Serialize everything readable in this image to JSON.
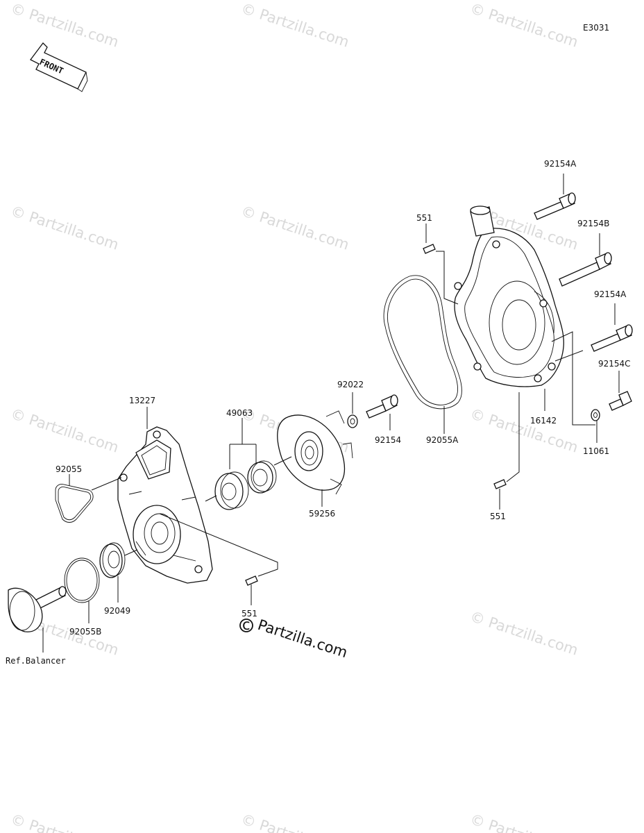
{
  "diagram_code": "E3031",
  "front_label": "FRONT",
  "watermark": "© Partzilla.com",
  "brand_label": "Partzilla.com",
  "ref_label": "Ref.Balancer",
  "parts": {
    "bolt_a_top": "92154A",
    "bolt_b": "92154B",
    "bolt_a_mid": "92154A",
    "bolt_c": "92154C",
    "dowel_top": "551",
    "cover": "16142",
    "washer_11061": "11061",
    "dowel_right": "551",
    "washer_92022": "92022",
    "bolt_92154": "92154",
    "oring_92055a": "92055A",
    "impeller": "59256",
    "seal_49063": "49063",
    "housing": "13227",
    "oring_92055": "92055",
    "seal_92049": "92049",
    "oring_92055b": "92055B",
    "dowel_bottom": "551"
  }
}
